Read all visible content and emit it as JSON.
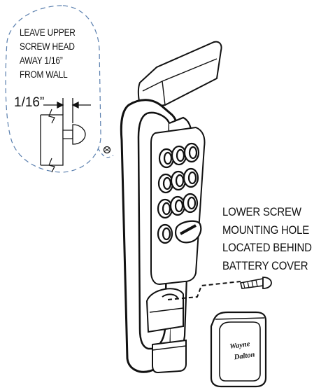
{
  "upper_callout": {
    "lines": [
      "LEAVE UPPER",
      "SCREW HEAD",
      "AWAY 1/16”",
      "FROM WALL"
    ]
  },
  "dimension_label": "1/16”",
  "lower_callout": {
    "lines": [
      "LOWER SCREW",
      "MOUNTING HOLE",
      "LOCATED BEHIND",
      "BATTERY COVER"
    ]
  },
  "logo": {
    "line1": "Wayne",
    "line2": "Dalton"
  },
  "keypad": {
    "rows": 4,
    "columns": 3
  },
  "colors": {
    "ink": "#111111",
    "detail_line": "#5a7fae"
  }
}
